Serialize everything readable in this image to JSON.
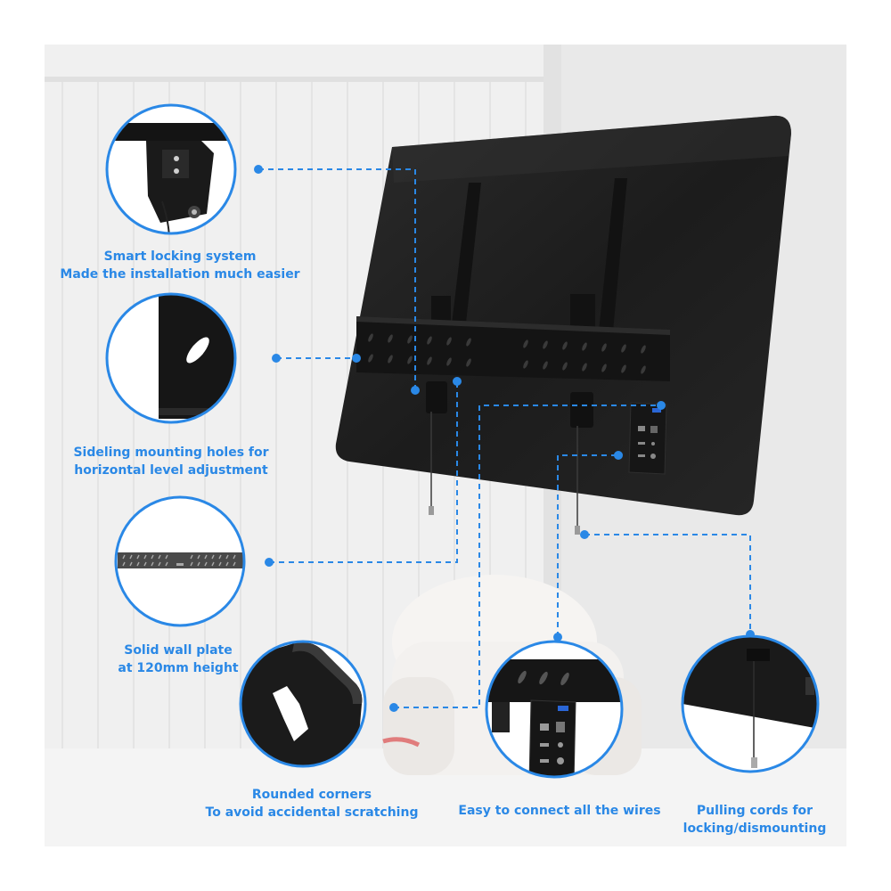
{
  "colors": {
    "accent": "#2a88e6",
    "tv_panel": "#1f1f1f",
    "bracket": "#151515",
    "background": "#ededed"
  },
  "features": [
    {
      "id": "locking",
      "line1": "Smart locking system",
      "line2": "Made the installation much easier",
      "icon": "lock-latch-closeup"
    },
    {
      "id": "holes",
      "line1": "Sideling mounting holes for",
      "line2": "horizontal level adjustment",
      "icon": "keyhole-slot-closeup"
    },
    {
      "id": "plate",
      "line1": "Solid wall plate",
      "line2": "at 120mm height",
      "icon": "wall-plate-closeup"
    },
    {
      "id": "corners",
      "line1": "Rounded corners",
      "line2": "To avoid accidental scratching",
      "icon": "rounded-corner-closeup"
    },
    {
      "id": "wires",
      "line1": "Easy to connect all the wires",
      "line2": "",
      "icon": "port-panel-closeup"
    },
    {
      "id": "cords",
      "line1": "Pulling cords for",
      "line2": "locking/dismounting",
      "icon": "pull-cord-closeup"
    }
  ]
}
